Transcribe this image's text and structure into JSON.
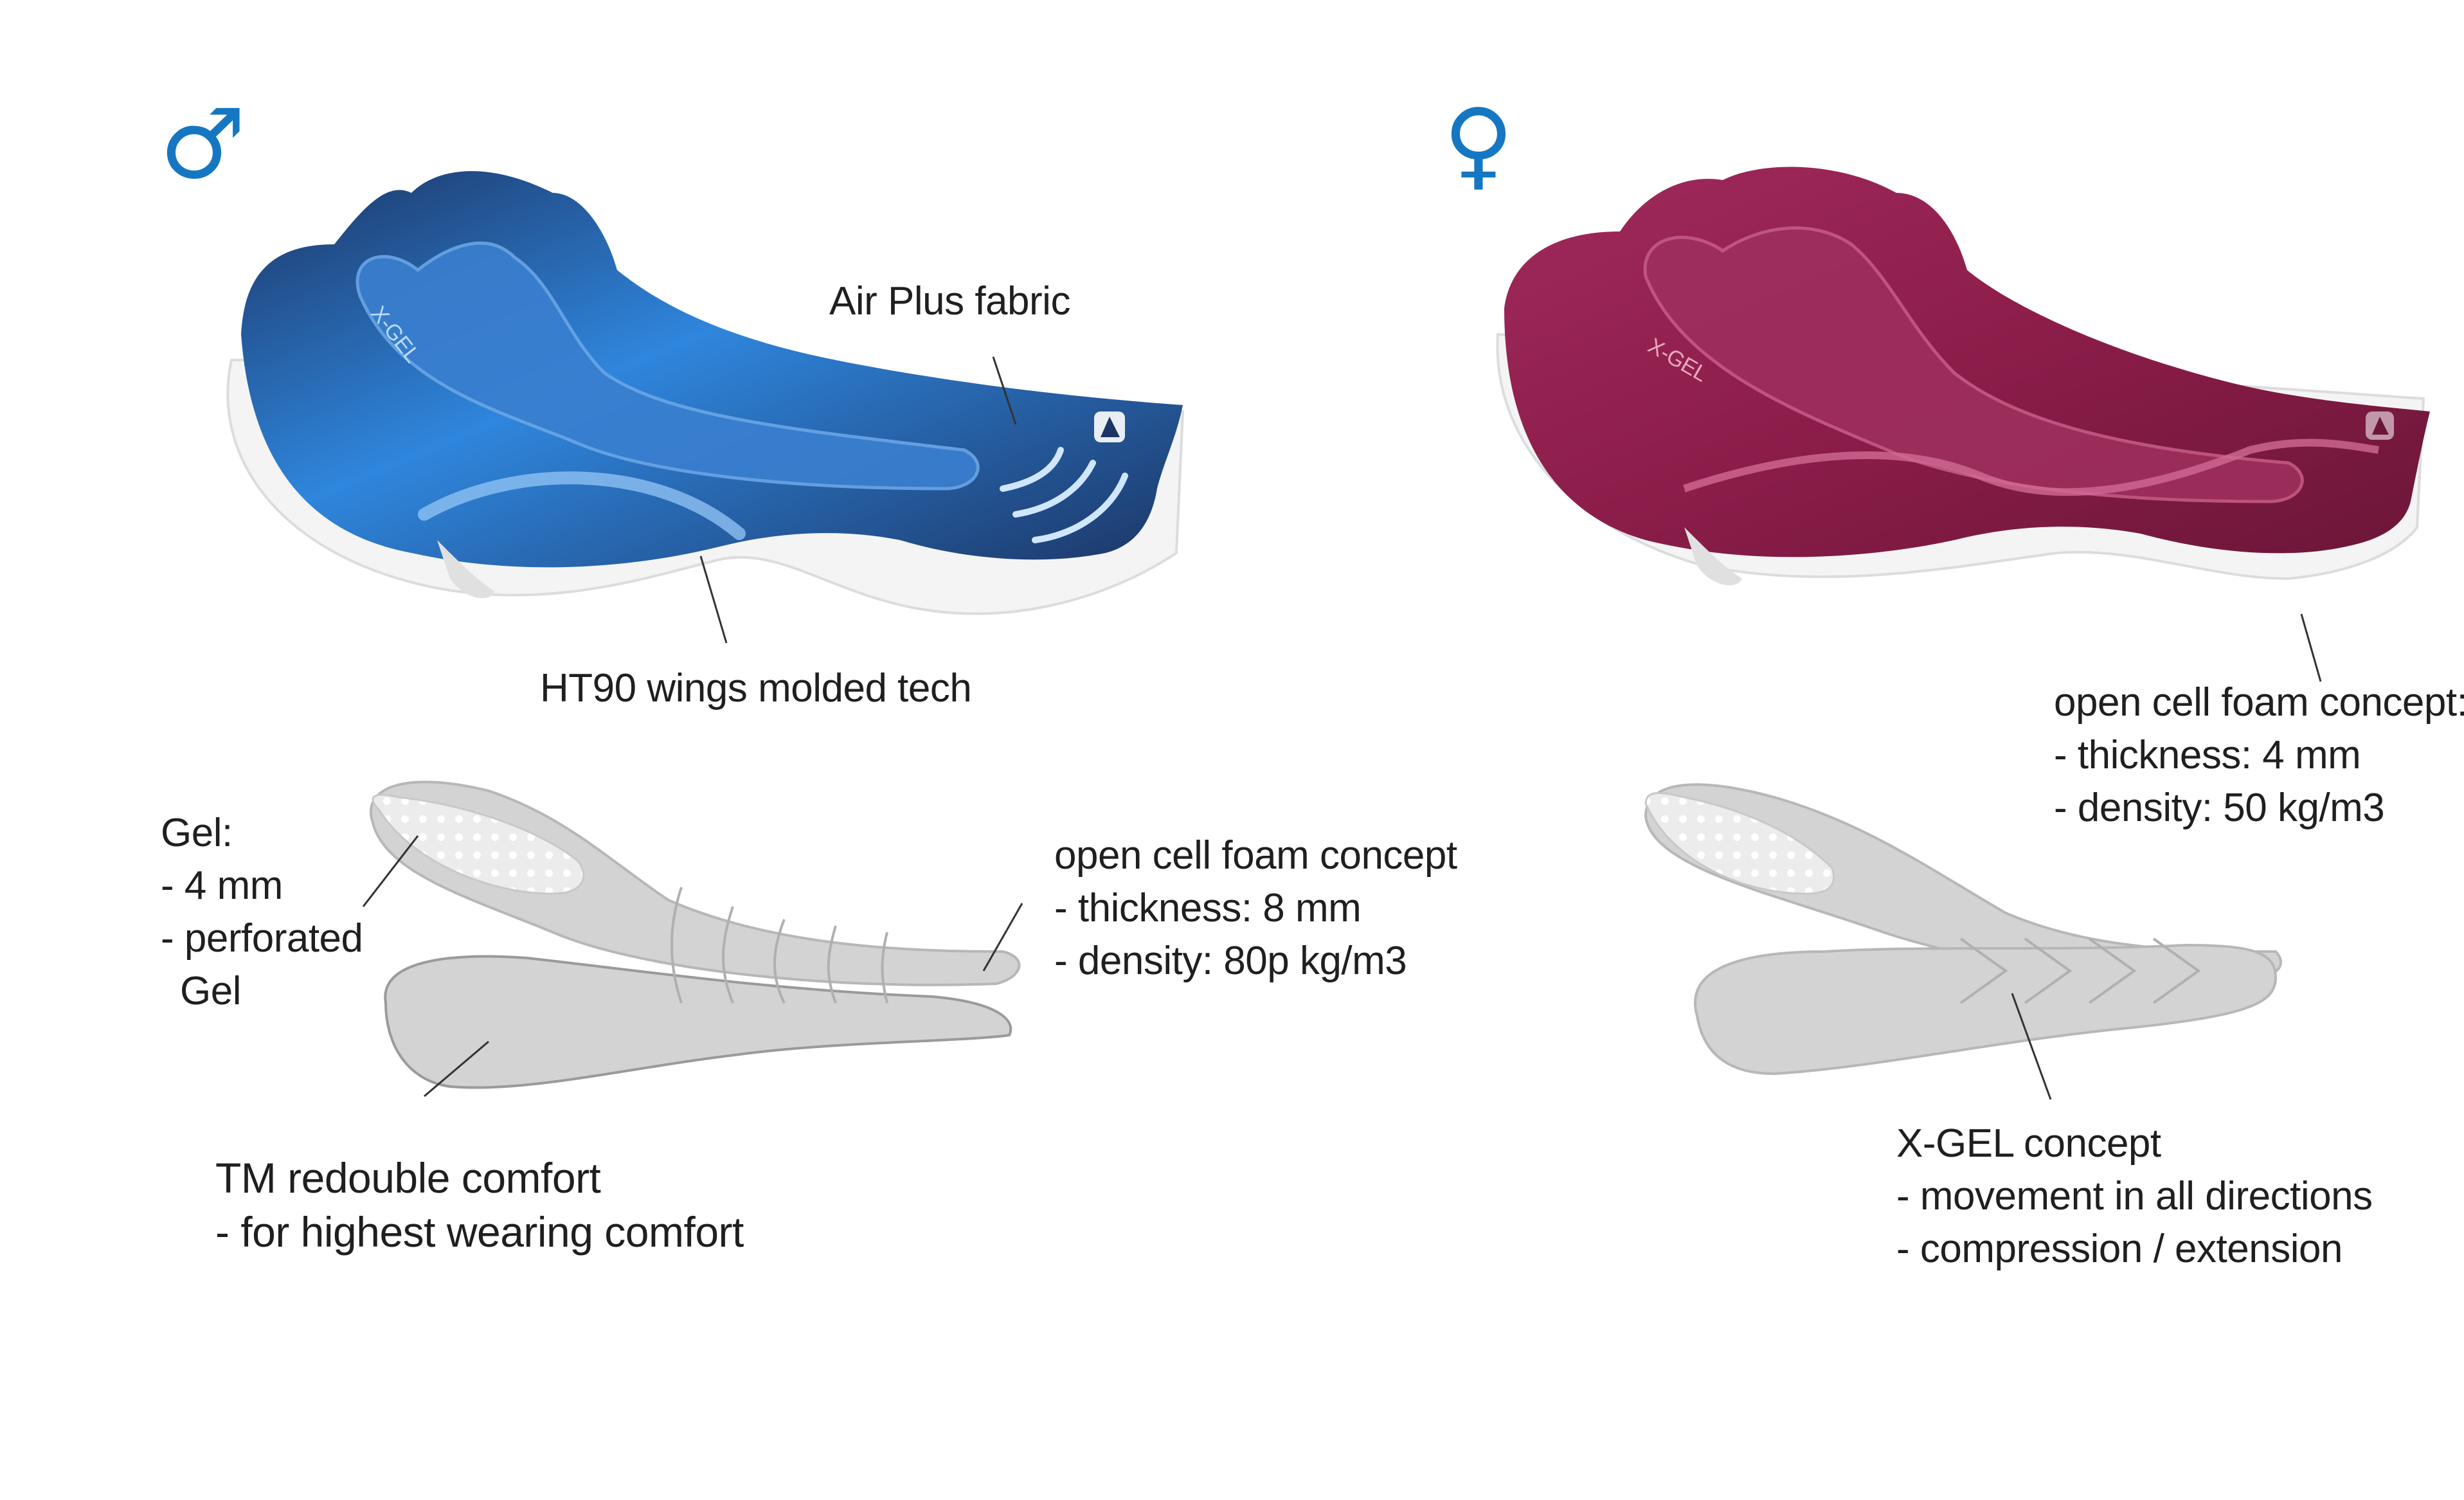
{
  "colors": {
    "male_blue": "#1577c2",
    "male_dark": "#1c3565",
    "male_bright": "#2f86dd",
    "female_berry": "#8c1d4a",
    "female_dark": "#6b1638",
    "foam_grey": "#cfcfcf",
    "foam_outline": "#a9a9a9",
    "text": "#1f1f1f"
  },
  "male": {
    "symbol": "♂",
    "pad_logo_text": "X-GEL",
    "air_plus_label": "Air Plus fabric",
    "ht90_label": "HT90 wings molded tech",
    "gel_lines": [
      "Gel:",
      "- 4 mm",
      "- perforated",
      "Gel"
    ],
    "foam_lines": [
      "open cell foam concept",
      "- thickness: 8 mm",
      "- density: 80p kg/m3"
    ],
    "comfort_lines": [
      "TM redouble comfort",
      "- for highest wearing comfort"
    ]
  },
  "female": {
    "symbol": "♀",
    "pad_logo_text": "X-GEL",
    "foam_lines": [
      "open cell foam concept:",
      "- thickness: 4 mm",
      "- density: 50 kg/m3"
    ],
    "xgel_lines": [
      "X-GEL concept",
      "- movement in all directions",
      "- compression / extension"
    ]
  }
}
